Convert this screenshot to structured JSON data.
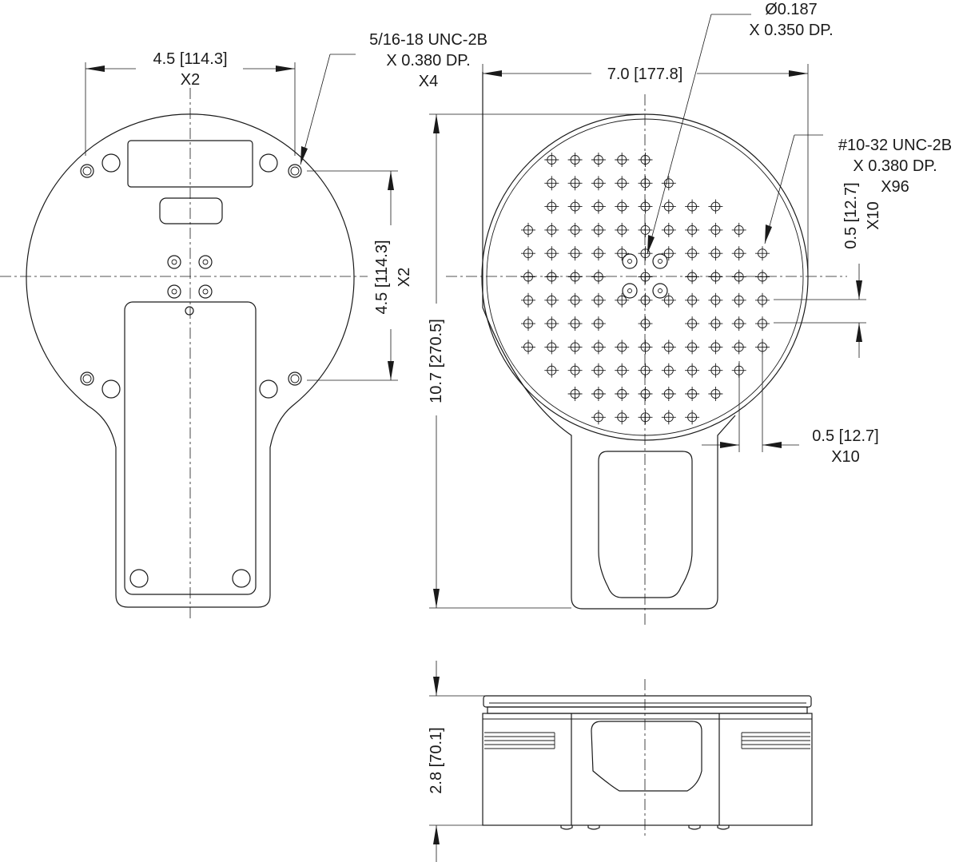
{
  "drawing": {
    "left_view": {
      "width_dim": {
        "value": "4.5 [114.3]",
        "qty": "X2"
      },
      "height_dim": {
        "value": "4.5 [114.3]",
        "qty": "X2"
      },
      "thread_note": {
        "line1": "5/16-18 UNC-2B",
        "line2": "X 0.380 DP.",
        "qty": "X4"
      }
    },
    "top_view": {
      "width_dim": {
        "value": "7.0 [177.8]"
      },
      "height_dim": {
        "value": "10.7 [270.5]"
      },
      "pin_note": {
        "line1": "Ø0.187",
        "line2": "X 0.350 DP."
      },
      "hole_note": {
        "line1": "#10-32 UNC-2B",
        "line2": "X 0.380 DP.",
        "qty": "X96"
      },
      "pitch_y": {
        "value": "0.5 [12.7]",
        "qty": "X10"
      },
      "pitch_x": {
        "value": "0.5 [12.7]",
        "qty": "X10"
      },
      "hole_grid_rows": [
        [
          0,
          1,
          1,
          1,
          1,
          1,
          0,
          0,
          0,
          0,
          0
        ],
        [
          0,
          1,
          1,
          1,
          1,
          1,
          1,
          0,
          0,
          0,
          0
        ],
        [
          0,
          1,
          1,
          1,
          1,
          1,
          1,
          1,
          1,
          0,
          0
        ],
        [
          1,
          1,
          1,
          1,
          1,
          1,
          1,
          1,
          1,
          1,
          0
        ],
        [
          1,
          1,
          1,
          1,
          1,
          1,
          1,
          1,
          1,
          1,
          1
        ],
        [
          1,
          1,
          1,
          1,
          0,
          1,
          0,
          1,
          1,
          1,
          1
        ],
        [
          1,
          1,
          1,
          1,
          1,
          1,
          1,
          1,
          1,
          1,
          1
        ],
        [
          1,
          1,
          1,
          1,
          0,
          1,
          0,
          1,
          1,
          1,
          1
        ],
        [
          1,
          1,
          1,
          1,
          1,
          1,
          1,
          1,
          1,
          1,
          1
        ],
        [
          0,
          1,
          1,
          1,
          1,
          1,
          1,
          1,
          1,
          1,
          0
        ],
        [
          0,
          0,
          1,
          1,
          1,
          1,
          1,
          1,
          1,
          0,
          0
        ],
        [
          0,
          0,
          0,
          1,
          1,
          1,
          1,
          1,
          0,
          0,
          0
        ]
      ]
    },
    "side_view": {
      "height_dim": {
        "value": "2.8 [70.1]"
      }
    }
  }
}
